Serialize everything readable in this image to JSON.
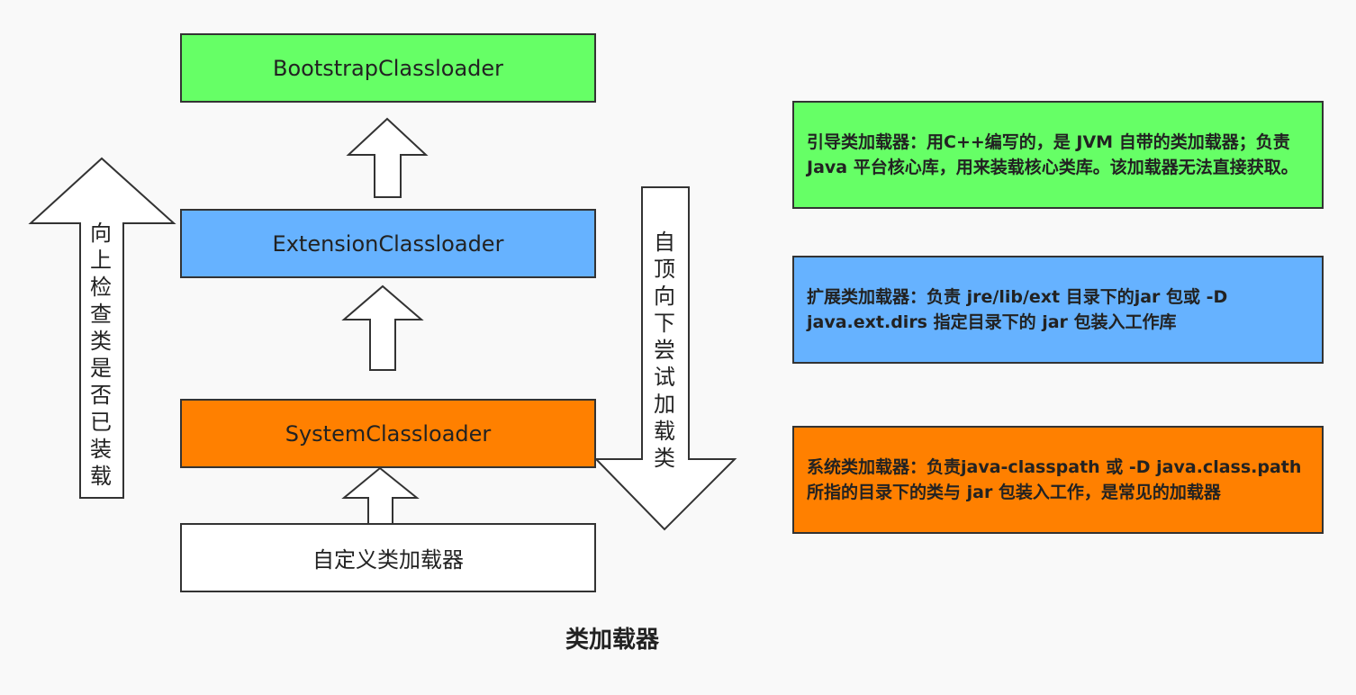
{
  "loaders": {
    "bootstrap": "BootstrapClassloader",
    "extension": "ExtensionClassloader",
    "system": "SystemClassloader",
    "custom": "自定义类加载器"
  },
  "notes": {
    "bootstrap": "引导类加载器：用C++编写的，是 JVM 自带的类加载器；负责 Java 平台核心库，用来装载核心类库。该加载器无法直接获取。",
    "extension": "扩展类加载器：负责 jre/lib/ext 目录下的jar 包或 -D java.ext.dirs 指定目录下的 jar 包装入工作库",
    "system": "系统类加载器：负责java-classpath 或 -D java.class.path 所指的目录下的类与 jar 包装入工作，是常见的加载器"
  },
  "arrows": {
    "up_check": "向上检查类是否已装载",
    "down_try": "自顶向下尝试加载类"
  },
  "caption": "类加载器",
  "colors": {
    "bootstrap": "#66ff66",
    "extension": "#66b2ff",
    "system": "#ff8000",
    "custom": "#ffffff"
  }
}
